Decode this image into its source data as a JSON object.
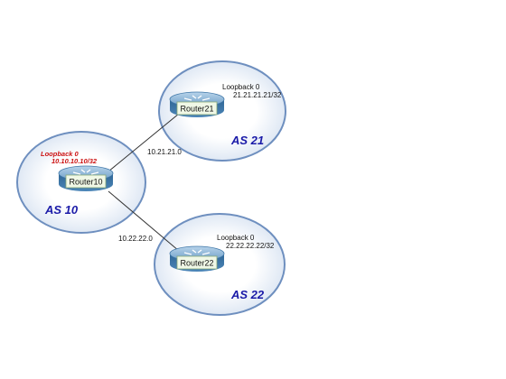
{
  "colors": {
    "as_ellipse_stroke": "#6e8fbf",
    "as_ellipse_fill_center": "#ffffff",
    "as_ellipse_fill_edge": "#dfe8f4",
    "as_label": "#1a1aa8",
    "router_body": "#3f77a8",
    "router_top": "#9fc2df",
    "router_label_bg": "#f0f8e6",
    "router_label_border": "#89a878",
    "link": "#333333",
    "loopback_r10": "#cc1111",
    "text": "#111111"
  },
  "routers": [
    {
      "id": "r10",
      "name": "Router10",
      "as_label": "AS 10",
      "loopback_title": "Loopback 0",
      "loopback_ip": "10.10.10.10/32",
      "loopback_style": "red-italic",
      "icon": "router-icon"
    },
    {
      "id": "r21",
      "name": "Router21",
      "as_label": "AS 21",
      "loopback_title": "Loopback 0",
      "loopback_ip": "21.21.21.21/32",
      "loopback_style": "normal",
      "icon": "router-icon"
    },
    {
      "id": "r22",
      "name": "Router22",
      "as_label": "AS 22",
      "loopback_title": "Loopback 0",
      "loopback_ip": "22.22.22.22/32",
      "loopback_style": "normal",
      "icon": "router-icon"
    }
  ],
  "links": [
    {
      "from": "r10",
      "to": "r21",
      "subnet": "10.21.21.0"
    },
    {
      "from": "r10",
      "to": "r22",
      "subnet": "10.22.22.0"
    }
  ]
}
